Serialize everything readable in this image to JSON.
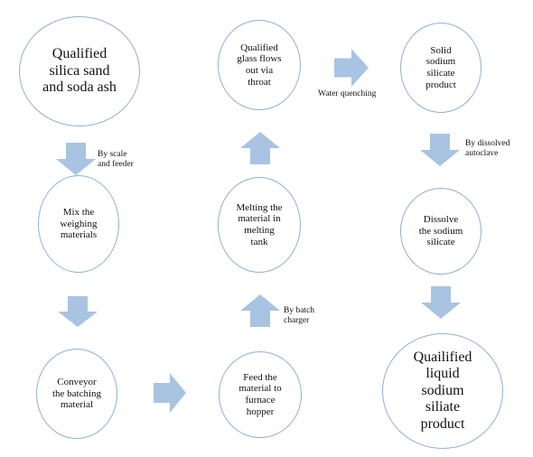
{
  "nodes": {
    "qualified_silica": "Qualified\nsilica sand\nand soda ash",
    "mix_materials": "Mix the\nweighing\nmaterials",
    "conveyor": "Conveyor\nthe batching\nmaterial",
    "feed_material": "Feed the\nmaterial to\nfurnace\nhopper",
    "melting": "Melting the\nmaterial in\nmelting\ntank",
    "glass_flows": "Qualified\nglass flows\nout via\nthroat",
    "solid_silicate": "Solid\nsodium\nsilicate\nproduct",
    "dissolve": "Dissolve\nthe sodium\nsilicate",
    "liquid_product": "Quailified\nliquid\nsodium\nsiliate\nproduct"
  },
  "labels": {
    "scale_feeder": "By scale\nand feeder",
    "batch_charger": "By batch\ncharger",
    "water_quenching": "Water quenching",
    "dissolved_autoclave": "By dissolved\nautoclave"
  },
  "colors": {
    "arrow_fill": "#a9c3e2",
    "circle_border": "#8fb0d6"
  }
}
